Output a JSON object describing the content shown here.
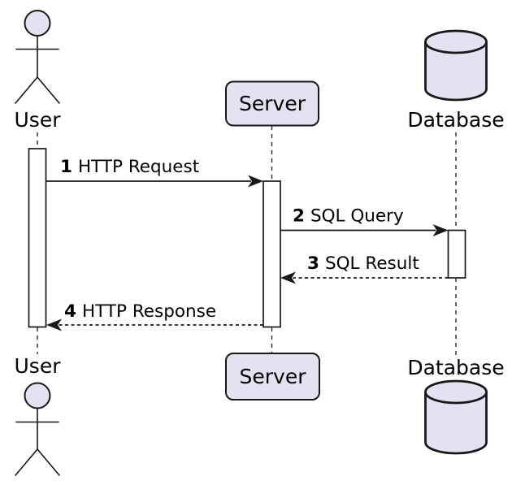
{
  "diagram": {
    "type": "uml-sequence-diagram",
    "participants": [
      {
        "id": "user",
        "name": "User",
        "kind": "actor"
      },
      {
        "id": "server",
        "name": "Server",
        "kind": "participant"
      },
      {
        "id": "database",
        "name": "Database",
        "kind": "database"
      }
    ],
    "messages": [
      {
        "seq": "1",
        "label": "HTTP Request",
        "from": "User",
        "to": "Server",
        "line": "solid"
      },
      {
        "seq": "2",
        "label": "SQL Query",
        "from": "Server",
        "to": "Database",
        "line": "solid"
      },
      {
        "seq": "3",
        "label": "SQL Result",
        "from": "Database",
        "to": "Server",
        "line": "dashed"
      },
      {
        "seq": "4",
        "label": "HTTP Response",
        "from": "Server",
        "to": "User",
        "line": "dashed"
      }
    ],
    "colors": {
      "shape_fill": "#E2E2F0",
      "stroke": "#181818",
      "text_color": "#000000",
      "background": "#FFFFFF",
      "activation_fill": "#FFFFFF"
    }
  }
}
